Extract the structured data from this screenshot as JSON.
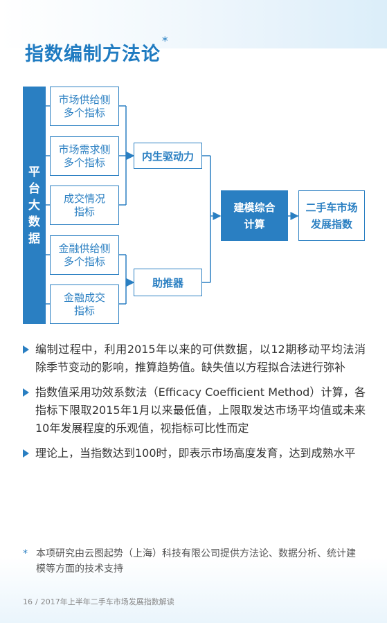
{
  "page_title": "指数编制方法论",
  "title_mark": "*",
  "diagram": {
    "platform_chars": [
      "平",
      "台",
      "大",
      "数",
      "据"
    ],
    "sources": [
      {
        "line1": "市场供给侧",
        "line2": "多个指标"
      },
      {
        "line1": "市场需求侧",
        "line2": "多个指标"
      },
      {
        "line1": "成交情况",
        "line2": "指标"
      },
      {
        "line1": "金融供给侧",
        "line2": "多个指标"
      },
      {
        "line1": "金融成交",
        "line2": "指标"
      }
    ],
    "driver": "内生驱动力",
    "booster": "助推器",
    "model_line1": "建模综合",
    "model_line2": "计算",
    "index_line1": "二手车市场",
    "index_line2": "发展指数"
  },
  "bullets": [
    "编制过程中，利用2015年以来的可供数据，以12期移动平均法消除季节变动的影响，推算趋势值。缺失值以方程拟合法进行弥补",
    "指数值采用功效系数法（Efficacy Coefficient Method）计算，各指标下限取2015年1月以来最低值，上限取发达市场平均值或未来10年发展程度的乐观值，视指标可比性而定",
    "理论上，当指数达到100时，即表示市场高度发育，达到成熟水平"
  ],
  "footnote_mark": "*",
  "footnote": "本项研究由云图起势（上海）科技有限公司提供方法论、数据分析、统计建模等方面的技术支持",
  "footer": {
    "page_number": "16",
    "separator": "/",
    "report_title": "2017年上半年二手车市场发展指数解读"
  },
  "colors": {
    "accent": "#2a7fc2",
    "title": "#1f7bc1",
    "text": "#333333"
  }
}
